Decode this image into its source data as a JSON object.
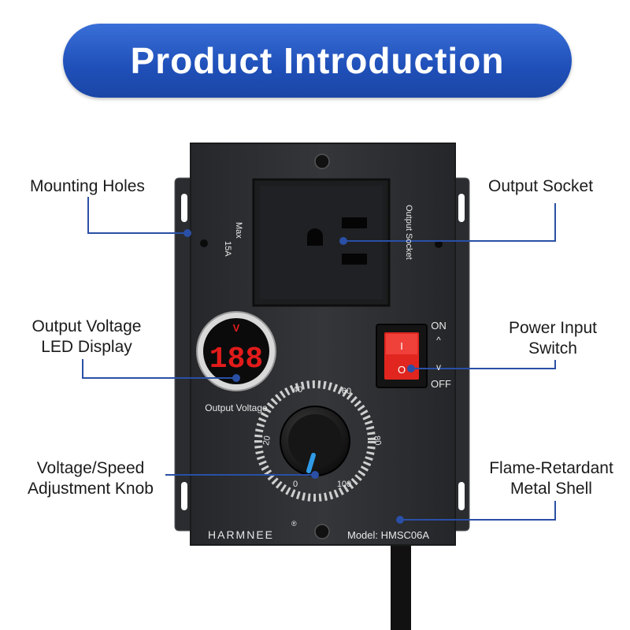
{
  "title": "Product Introduction",
  "labels": {
    "mounting_holes": "Mounting Holes",
    "output_socket": "Output Socket",
    "led_display_line1": "Output Voltage",
    "led_display_line2": "LED Display",
    "power_switch_line1": "Power Input",
    "power_switch_line2": "Switch",
    "knob_line1": "Voltage/Speed",
    "knob_line2": "Adjustment Knob",
    "shell_line1": "Flame-Retardant",
    "shell_line2": "Metal Shell"
  },
  "device": {
    "max_rating_line1": "Max",
    "max_rating_line2": "15A",
    "socket_label": "Output Socket",
    "display_unit": "V",
    "display_digits": "188",
    "display_caption": "Output Voltage",
    "switch_on": "ON",
    "switch_off": "OFF",
    "switch_i": "I",
    "switch_o": "O",
    "dial_ticks": [
      "0",
      "20",
      "40",
      "60",
      "80",
      "100"
    ],
    "brand": "HARMNEE",
    "registered": "®",
    "model": "Model: HMSC06A"
  },
  "colors": {
    "banner": "#2456c4",
    "leader_line": "#2a4fa6",
    "device_body": "#2b2d30",
    "display_digits": "#e21b1b",
    "switch": "#e0261f",
    "knob_indicator": "#2f9be6"
  }
}
